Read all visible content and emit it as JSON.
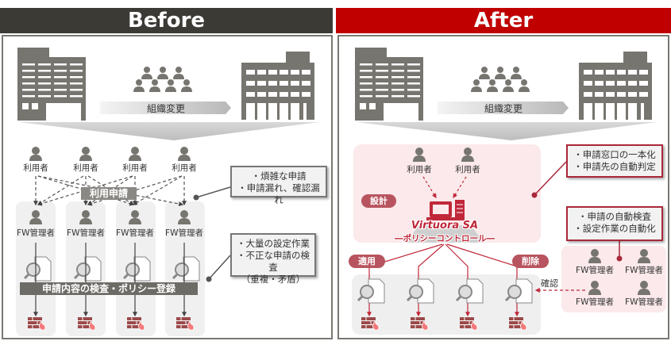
{
  "before": {
    "title": "Before",
    "org_change_label": "組織変更",
    "users": [
      "利用者",
      "利用者",
      "利用者",
      "利用者"
    ],
    "request_label": "利用申請",
    "admins": [
      "FW管理者",
      "FW管理者",
      "FW管理者",
      "FW管理者"
    ],
    "inspection_label": "申請内容の検査・ポリシー登録",
    "callout1": [
      "・煩雑な申請",
      "・申請漏れ、確認漏れ"
    ],
    "callout2": [
      "・大量の設定作業",
      "・不正な申請の検査",
      "（重複・矛盾）"
    ]
  },
  "after": {
    "title": "After",
    "org_change_label": "組織変更",
    "users": [
      "利用者",
      "利用者"
    ],
    "design_label": "設計",
    "product_name": "Virtuora SA",
    "product_sub": "―ポリシーコントロール―",
    "apply_label": "適用",
    "delete_label": "削除",
    "confirm_label": "確認",
    "admins": [
      "FW管理者",
      "FW管理者",
      "FW管理者",
      "FW管理者"
    ],
    "callout1": [
      "・申請窓口の一本化",
      "・申請先の自動判定"
    ],
    "callout2": [
      "・申請の自動検査",
      "・設定作業の自動化"
    ]
  },
  "colors": {
    "before_header": "#3c3a35",
    "after_header": "#c00000",
    "accent_red": "#c0283a",
    "icon_gray": "#77756f"
  }
}
